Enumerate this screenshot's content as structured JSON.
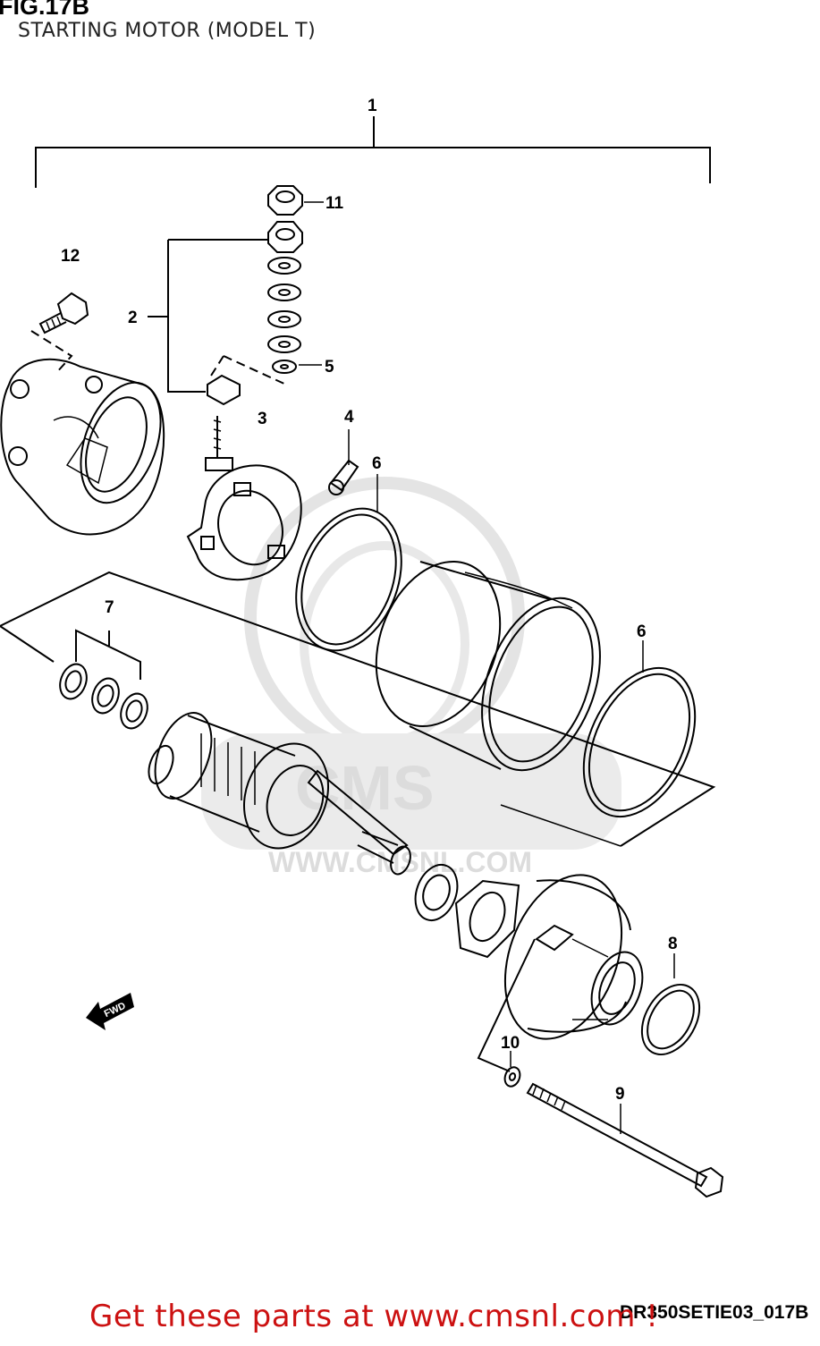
{
  "figure": {
    "title": "FIG.17B",
    "subtitle": "STARTING MOTOR (MODEL T)",
    "code": "DR350SETIE03_017B"
  },
  "callouts": [
    "1",
    "2",
    "3",
    "4",
    "5",
    "6",
    "6",
    "7",
    "8",
    "9",
    "10",
    "11",
    "12"
  ],
  "watermark": {
    "logo_text": "CMS",
    "url_text": "WWW.CMSNL.COM"
  },
  "direction_label": "FWD",
  "footer": {
    "cta": "Get these parts at www.cmsnl.com !"
  },
  "colors": {
    "line": "#000000",
    "watermark": "#d9d9d9",
    "cta": "#cc1111"
  }
}
